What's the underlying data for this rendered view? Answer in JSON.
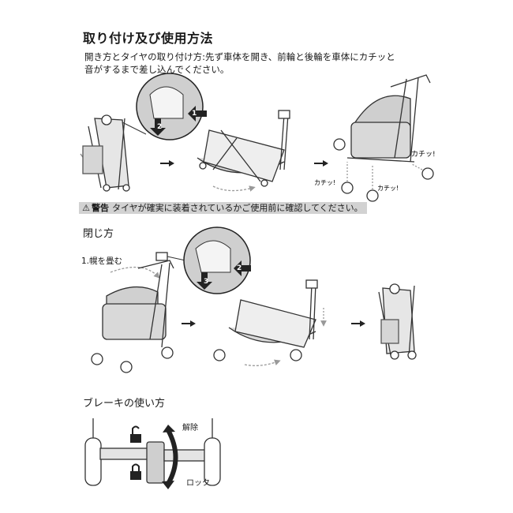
{
  "sections": {
    "attach": {
      "title": "取り付け及び使用方法",
      "body_line1": "開き方とタイヤの取り付け方:先ず車体を開き、前輪と後輪を車体にカチッと",
      "body_line2": "音がするまで差し込んでください。",
      "step_badges": [
        "1",
        "2"
      ],
      "click_labels": [
        "カチッ!",
        "カチッ!",
        "カチッ!"
      ],
      "warning_label": "警告",
      "warning_text": "タイヤが確実に装着されているかご使用前に確認してください。"
    },
    "close": {
      "title": "閉じ方",
      "step1_caption": "1.幌を畳む",
      "step_badges": [
        "2",
        "3"
      ]
    },
    "brake": {
      "title": "ブレーキの使い方",
      "release_label": "解除",
      "lock_label": "ロック"
    }
  },
  "icons": [
    "arrow-right-icon",
    "padlock-open-icon",
    "padlock-closed-icon",
    "curved-double-arrow-icon",
    "warning-triangle-icon"
  ]
}
